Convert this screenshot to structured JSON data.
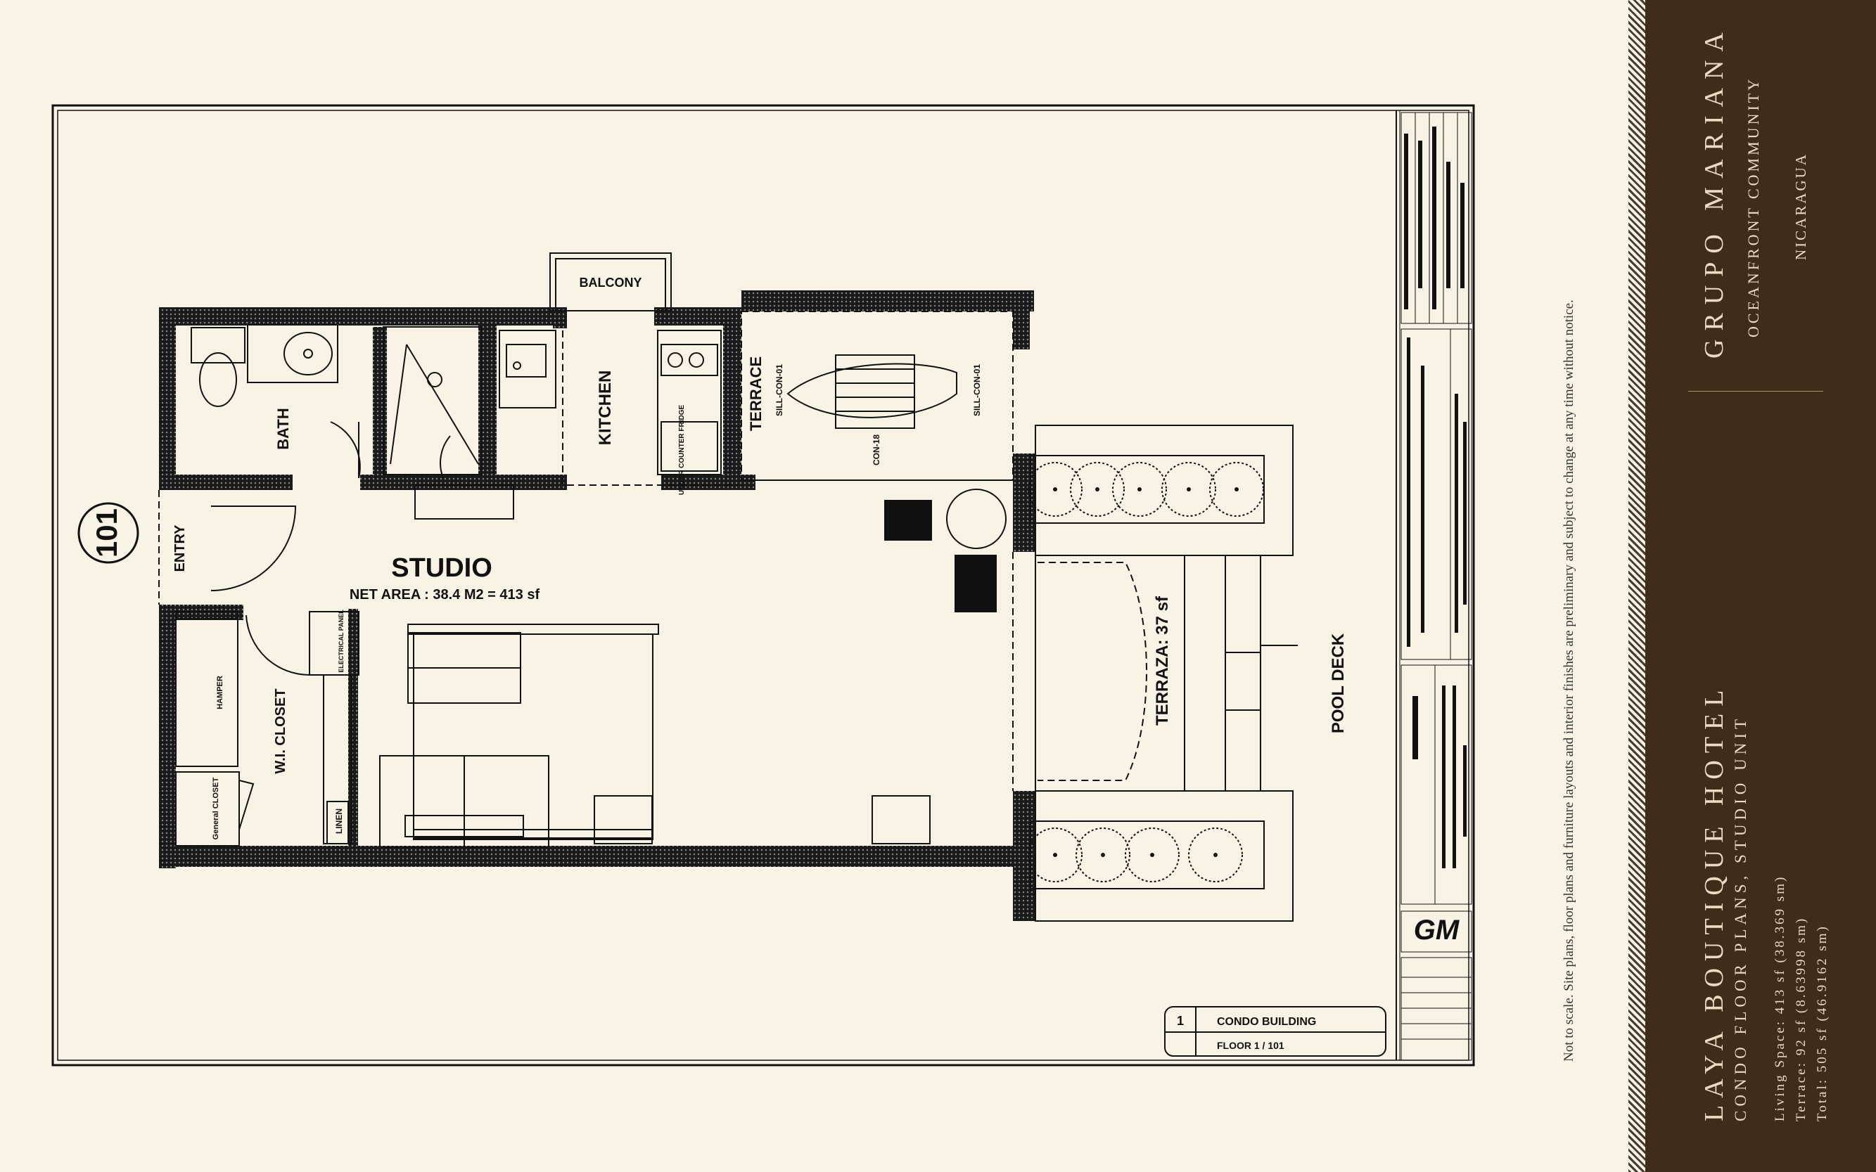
{
  "plan": {
    "unit_number": "101",
    "unit_name": "STUDIO",
    "net_area": "NET AREA : 38.4 M2 = 413 sf",
    "rooms": {
      "bath": "BATH",
      "kitchen": "KITCHEN",
      "terrace": "TERRACE",
      "balcony": "BALCONY",
      "entry": "ENTRY",
      "closet": "W.I. CLOSET",
      "terraza": "TERRAZA: 37 sf",
      "pool_deck": "POOL DECK",
      "linen": "LINEN",
      "hamper": "HAMPER",
      "general_closet": "General CLOSET",
      "electric_panel": "ELECTRICAL PANEL",
      "under_counter": "UNDER COUNTER FRIDGE",
      "terrace_item_1": "SILL-CON-01",
      "terrace_item_2": "SILL-CON-01",
      "terrace_item_3": "CON-18"
    },
    "title_block": {
      "logo": "GM",
      "drawing_name": "CONDO BUILDING",
      "floor_ref": "FLOOR 1 / 101"
    }
  },
  "disclaimer": "Not to scale. Site plans, floor plans and furniture layouts and interior finishes are preliminary and subject to change at any time without notice.",
  "sidebar": {
    "brand": "GRUPO MARIANA",
    "brand_subtitle": "OCEANFRONT COMMUNITY",
    "location": "NICARAGUA",
    "project_title": "LAYA BOUTIQUE HOTEL",
    "project_subtitle": "CONDO FLOOR PLANS, STUDIO UNIT",
    "living_space": "Living Space: 413 sf  (38.369 sm)",
    "terrace": "Terrace: 92 sf (8.63998 sm)",
    "total": "Total: 505 sf (46.9162  sm)"
  },
  "colors": {
    "sidebar_bg": "#3f2c19",
    "paper": "#f8f3e4",
    "ink": "#111111"
  }
}
